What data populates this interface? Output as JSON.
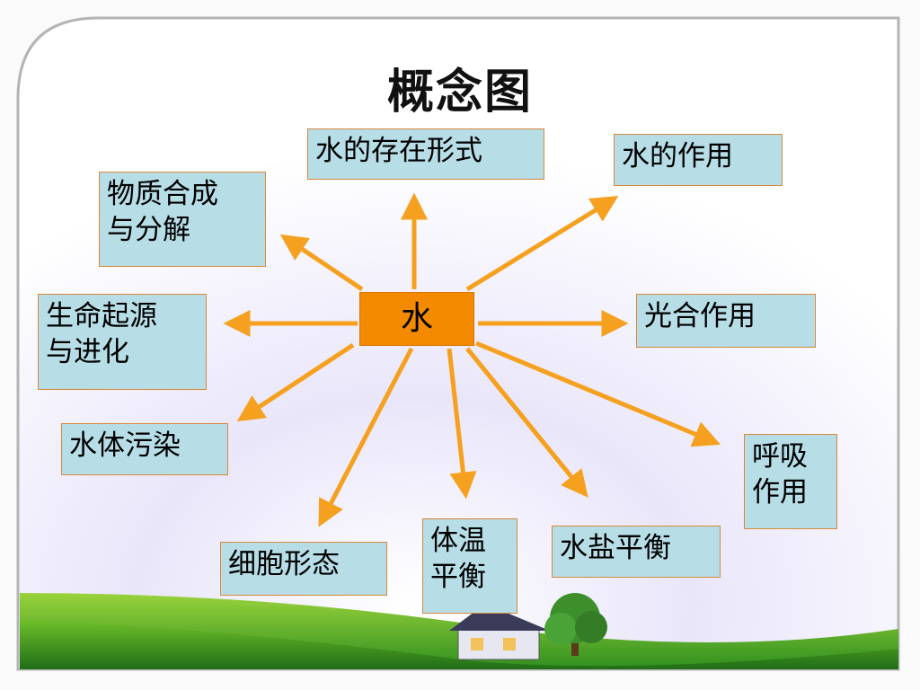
{
  "title": "概念图",
  "center": "水",
  "nodes": {
    "existence": "水的存在形式",
    "role": "水的作用",
    "synthesis_1": "物质合成",
    "synthesis_2": "与分解",
    "origin_1": "生命起源",
    "origin_2": "与进化",
    "photosynthesis": "光合作用",
    "pollution": "水体污染",
    "respiration_1": "呼吸",
    "respiration_2": "作用",
    "cell_shape": "细胞形态",
    "body_temp_1": "体温",
    "body_temp_2": "平衡",
    "salt_balance": "水盐平衡"
  },
  "colors": {
    "arrow": "#f5a01e",
    "center_fill": "#f48a00",
    "box_fill": "#b7dde6",
    "box_border": "#d8893a"
  }
}
